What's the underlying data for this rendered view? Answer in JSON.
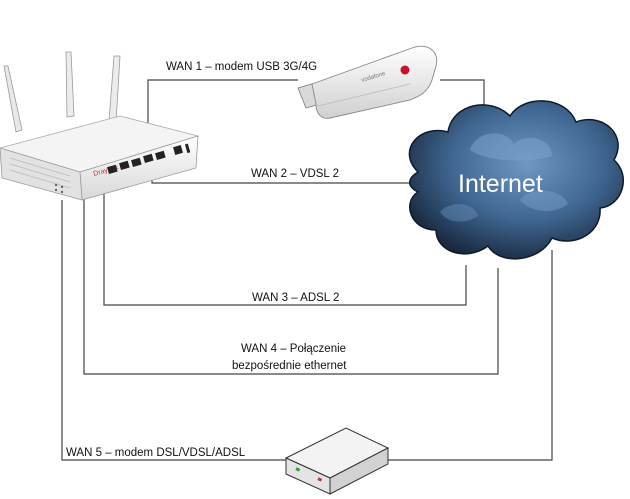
{
  "cloud": {
    "label": "Internet"
  },
  "connections": [
    {
      "id": "wan1",
      "label": "WAN 1 – modem USB 3G/4G"
    },
    {
      "id": "wan2",
      "label": "WAN 2 – VDSL 2"
    },
    {
      "id": "wan3",
      "label": "WAN 3 – ADSL 2"
    },
    {
      "id": "wan4",
      "label_line1": "WAN 4 – Połączenie",
      "label_line2": "bezpośrednie ethernet"
    },
    {
      "id": "wan5",
      "label": "WAN 5 – modem DSL/VDSL/ADSL"
    }
  ],
  "router": {
    "brand": "DrayTek"
  },
  "usb_modem": {
    "brand": "vodafone"
  },
  "colors": {
    "cloud_dark": "#1b2c45",
    "cloud_light": "#5e88b5",
    "wire": "#444444"
  }
}
